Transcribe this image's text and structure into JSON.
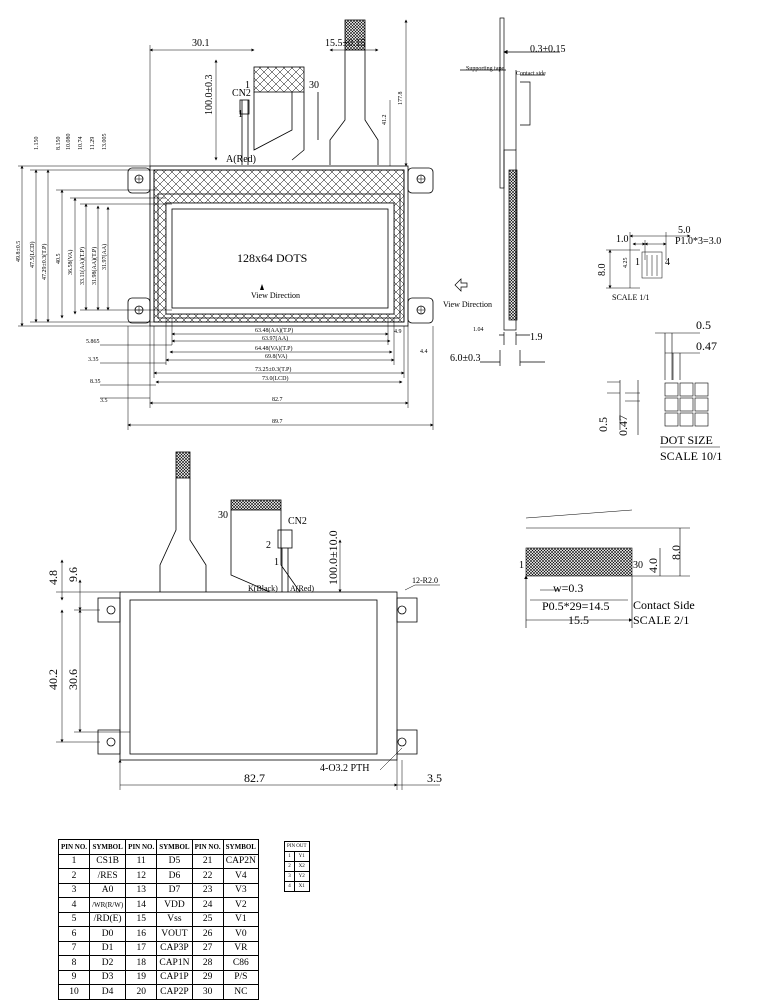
{
  "top_view": {
    "dots_label": "128x64 DOTS",
    "view_direction": "View Direction",
    "cn2": "CN2",
    "a_red": "A(Red)",
    "pin1": "1",
    "pin30": "30",
    "dims": {
      "d30_1": "30.1",
      "d15_5": "15.5±0.15",
      "d100": "100.0±0.3",
      "d177": "177.8",
      "d41": "41.2",
      "v1150": "1.150",
      "v8150": "8.150",
      "v10080": "10.080",
      "v1074": "10.74",
      "v1129": "11.29",
      "v13005": "13.005",
      "h49_8": "49.8±0.5",
      "h47_5": "47.5(LCD)",
      "h47_29": "47.29±0.3(T.P)",
      "h40_5": "40.5",
      "h36_58": "36.58(VA)",
      "h33_11": "33.11(AA)(T.P)",
      "h31_98": "31.98(AA)(T.P)",
      "h31_97": "31.97(AA)",
      "w63_48": "63.48(AA)(T.P)",
      "w63_97": "63.97(AA)",
      "w64_48": "64.48(VA)(T.P)",
      "w69_8": "69.8(VA)",
      "w73_25": "73.25±0.3(T.P)",
      "w73_0": "73.0(LCD)",
      "w82_7": "82.7",
      "w89_7": "89.7",
      "l5_865": "5.865",
      "l3_35": "3.35",
      "l8_35": "8.35",
      "l3_5": "3.5",
      "r4_9": "4.9",
      "r4_4": "4.4"
    }
  },
  "side_view": {
    "d0_3": "0.3±0.15",
    "supporting_tape": "Supporting tape",
    "contact_side": "Contact side",
    "view_direction": "View Direction",
    "d1_04": "1.04",
    "d1_9": "1.9",
    "d6_0": "6.0±0.3"
  },
  "pin_detail": {
    "d5_0": "5.0",
    "d1_0": "1.0",
    "p1": "P1.0*3=3.0",
    "d8_0": "8.0",
    "d4_25": "4.25",
    "pin1": "1",
    "pin4": "4",
    "scale": "SCALE 1/1"
  },
  "dot_size": {
    "d0_5": "0.5",
    "d0_47": "0.47",
    "v0_5": "0.5",
    "v0_47": "0.47",
    "title": "DOT SIZE",
    "scale": "SCALE 10/1"
  },
  "back_view": {
    "d4_8": "4.8",
    "d9_6": "9.6",
    "d40_2": "40.2",
    "d30_6": "30.6",
    "d82_7": "82.7",
    "d3_5": "3.5",
    "d100": "100.0±10.0",
    "cn2": "CN2",
    "pin30": "30",
    "pin2": "2",
    "pin1": "1",
    "k_black": "K(Black)",
    "a_red": "A(Red)",
    "r12": "12-R2.0",
    "holes": "4-O3.2 PTH"
  },
  "contact_detail": {
    "pin1": "1",
    "pin30": "30",
    "d4_0": "4.0",
    "d8_0": "8.0",
    "w": "w=0.3",
    "pitch": "P0.5*29=14.5",
    "width": "15.5",
    "title": "Contact Side",
    "scale": "SCALE 2/1"
  },
  "pin_table": {
    "headers": [
      "PIN NO.",
      "SYMBOL",
      "PIN NO.",
      "SYMBOL",
      "PIN NO.",
      "SYMBOL"
    ],
    "rows": [
      [
        "1",
        "CS1B",
        "11",
        "D5",
        "21",
        "CAP2N"
      ],
      [
        "2",
        "/RES",
        "12",
        "D6",
        "22",
        "V4"
      ],
      [
        "3",
        "A0",
        "13",
        "D7",
        "23",
        "V3"
      ],
      [
        "4",
        "/WR(R/W)",
        "14",
        "VDD",
        "24",
        "V2"
      ],
      [
        "5",
        "/RD(E)",
        "15",
        "Vss",
        "25",
        "V1"
      ],
      [
        "6",
        "D0",
        "16",
        "VOUT",
        "26",
        "V0"
      ],
      [
        "7",
        "D1",
        "17",
        "CAP3P",
        "27",
        "VR"
      ],
      [
        "8",
        "D2",
        "18",
        "CAP1N",
        "28",
        "C86"
      ],
      [
        "9",
        "D3",
        "19",
        "CAP1P",
        "29",
        "P/S"
      ],
      [
        "10",
        "D4",
        "20",
        "CAP2P",
        "30",
        "NC"
      ]
    ]
  },
  "pin_out": {
    "header": "PIN OUT",
    "rows": [
      [
        "1",
        "Y1"
      ],
      [
        "2",
        "X2"
      ],
      [
        "3",
        "Y2"
      ],
      [
        "4",
        "X1"
      ]
    ]
  }
}
